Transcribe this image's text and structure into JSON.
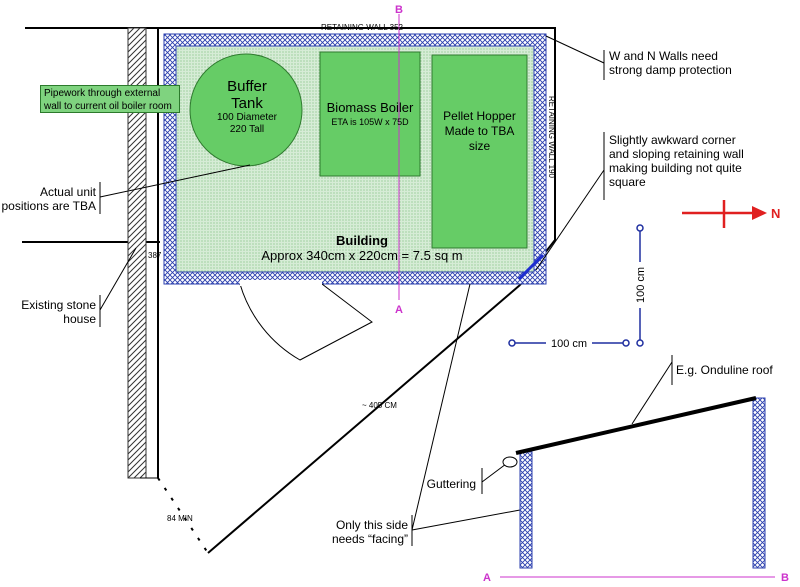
{
  "diagram": {
    "labels": {
      "retaining_wall_n": "RETAINING WALL 352",
      "retaining_wall_e": "RETAINING WALL 190",
      "section_b_top": "B",
      "section_a_bottom": "A",
      "section_a_elev": "A",
      "section_b_elev": "B",
      "dim_387": "387",
      "dim_405": "~ 405 CM",
      "dim_84": "84 MIN",
      "scale_h": "100 cm",
      "scale_v": "100 cm",
      "north": "N"
    },
    "notes": {
      "damp": [
        "W and N Walls need",
        "strong damp protection"
      ],
      "corner": [
        "Slightly awkward corner",
        "and sloping retaining wall",
        "making building not quite",
        "square"
      ],
      "actual_unit": [
        "Actual unit",
        "positions are TBA"
      ],
      "stone_house": [
        "Existing stone",
        "house"
      ],
      "pipework": [
        "Pipework through external",
        "wall to current oil boiler room"
      ],
      "roof": "E.g. Onduline roof",
      "guttering": "Guttering",
      "facing": [
        "Only this side",
        "needs “facing”"
      ]
    },
    "components": {
      "buffer_tank": {
        "title": [
          "Buffer",
          "Tank"
        ],
        "detail": [
          "100 Diameter",
          "220 Tall"
        ]
      },
      "biomass_boiler": {
        "title": "Biomass Boiler",
        "detail": "ETA is 105W x 75D"
      },
      "pellet_hopper": {
        "lines": [
          "Pellet Hopper",
          "Made to TBA",
          "size"
        ]
      },
      "building": {
        "title": "Building",
        "size": "Approx 340cm x 220cm = 7.5 sq m"
      }
    },
    "colors": {
      "equipment_fill": "#66cc66",
      "floor_fill": "#cfe8cf",
      "wall_blue": "#2b3fae",
      "section_line": "#cc33cc",
      "north_arrow": "#e02020",
      "scale_bar": "#1f2fa0"
    }
  }
}
